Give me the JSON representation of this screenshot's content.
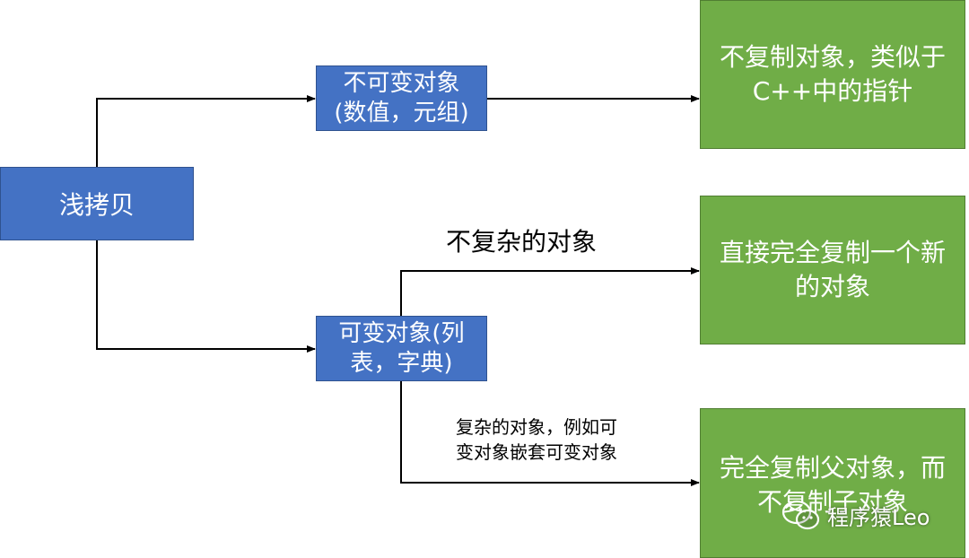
{
  "nodes": {
    "shallow_copy": "浅拷贝",
    "immutable": "不可变对象\n(数值，元组)",
    "mutable": "可变对象(列\n表，字典)",
    "no_copy": "不复制对象，类似于\nC++中的指针",
    "full_copy": "直接完全复制一个新\n的对象",
    "parent_copy": "完全复制父对象，而\n不复制子对象"
  },
  "edge_labels": {
    "simple_objects": "不复杂的对象",
    "complex_objects": "复杂的对象，例如可\n变对象嵌套可变对象"
  },
  "watermark": {
    "text": "程序猿Leo",
    "icon": "wechat-icon"
  },
  "colors": {
    "blue_fill": "#4472c4",
    "blue_border": "#2f528f",
    "green_fill": "#70ad47",
    "green_border": "#507e32",
    "line": "#000000"
  }
}
